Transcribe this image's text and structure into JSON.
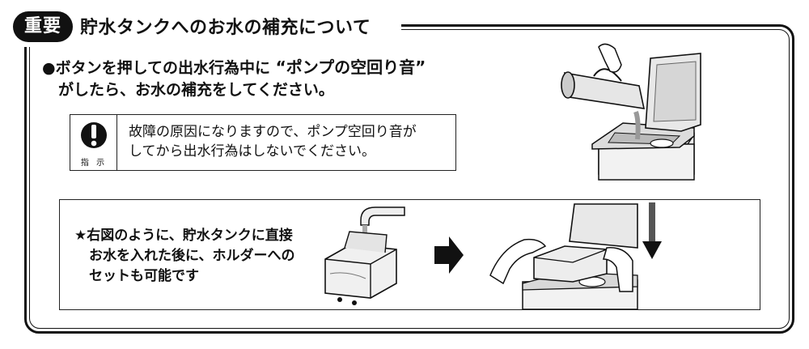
{
  "header": {
    "badge": "重要",
    "title": "貯水タンクへのお水の補充について"
  },
  "instruction": {
    "line1_prefix": "●ボタンを押しての出水行為中に",
    "emphasis": "“ポンプの空回り音”",
    "line2": "がしたら、お水の補充をしてください。"
  },
  "warning": {
    "icon_label": "指 示",
    "line1": "故障の原因になりますので、ポンプ空回り音が",
    "line2": "してから出水行為はしないでください。"
  },
  "note": {
    "line1": "★右図のように、貯水タンクに直接",
    "line2": "お水を入れた後に、ホルダーへの",
    "line3": "セットも可能です"
  },
  "icons": {
    "warning": "exclamation-icon",
    "arrow": "right-arrow-icon",
    "down": "down-arrow-icon"
  }
}
